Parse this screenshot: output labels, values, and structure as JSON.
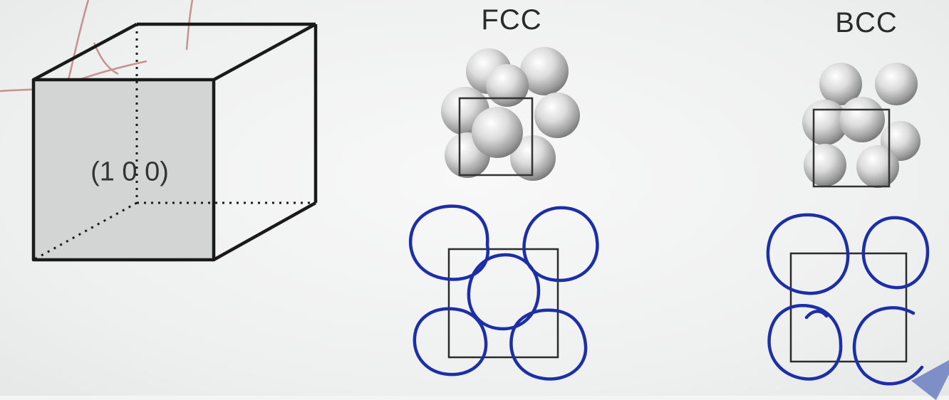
{
  "cube_label": "(1 0 0)",
  "fcc": {
    "title": "FCC"
  },
  "bcc": {
    "title": "BCC"
  },
  "colors": {
    "background": "#f3f4f4",
    "cube_edges": "#1a1a1a",
    "plane_fill": "#d3d5d5",
    "pen_red": "#b86a6a",
    "marker_blue": "#1d2fa6",
    "atom_light": "#ffffff",
    "atom_dark": "#8f8f8f",
    "pointer": "#6b7fc2"
  },
  "icons": [
    "pointer-icon"
  ]
}
